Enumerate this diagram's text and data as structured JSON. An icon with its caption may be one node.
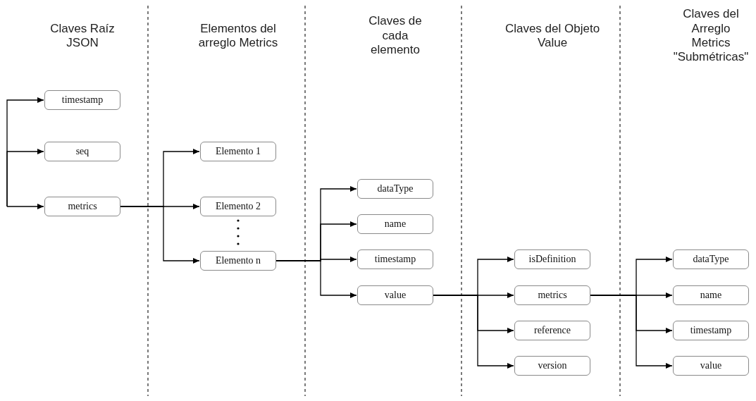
{
  "diagram": {
    "nodes": [
      {
        "text": [
          "timestamp"
        ]
      },
      {
        "text": [
          "seq"
        ]
      },
      {
        "text": [
          "metrics"
        ]
      },
      {
        "text": [
          "Elemento 1"
        ]
      },
      {
        "text": [
          "Elemento 2"
        ]
      },
      {
        "text": [
          "Elemento n"
        ]
      },
      {
        "text": [
          "dataType"
        ]
      },
      {
        "text": [
          "name"
        ]
      },
      {
        "text": [
          "timestamp"
        ]
      },
      {
        "text": [
          "value"
        ]
      },
      {
        "text": [
          "isDefinition"
        ]
      },
      {
        "text": [
          "metrics"
        ]
      },
      {
        "text": [
          "reference"
        ]
      },
      {
        "text": [
          "version"
        ]
      },
      {
        "text": [
          "dataType"
        ]
      },
      {
        "text": [
          "name"
        ]
      },
      {
        "text": [
          "timestamp"
        ]
      },
      {
        "text": [
          "value"
        ]
      }
    ],
    "edges": [
      {
        "from": null,
        "to": 0,
        "arrow": "to"
      },
      {
        "from": null,
        "to": 1,
        "arrow": "to"
      },
      {
        "from": null,
        "to": 2,
        "arrow": "to"
      },
      {
        "from": 2,
        "to": 3,
        "arrow": "to"
      },
      {
        "from": 2,
        "to": 4,
        "arrow": "to"
      },
      {
        "from": 2,
        "to": 5,
        "arrow": "to"
      },
      {
        "from": 5,
        "to": 6,
        "arrow": "to"
      },
      {
        "from": 5,
        "to": 7,
        "arrow": "to"
      },
      {
        "from": 5,
        "to": 8,
        "arrow": "to"
      },
      {
        "from": 5,
        "to": 9,
        "arrow": "to"
      },
      {
        "from": 9,
        "to": 10,
        "arrow": "to"
      },
      {
        "from": 9,
        "to": 11,
        "arrow": "to"
      },
      {
        "from": 9,
        "to": 12,
        "arrow": "to"
      },
      {
        "from": 9,
        "to": 13,
        "arrow": "to"
      },
      {
        "from": 11,
        "to": 14,
        "arrow": "to"
      },
      {
        "from": 11,
        "to": 15,
        "arrow": "to"
      },
      {
        "from": 11,
        "to": 16,
        "arrow": "to"
      },
      {
        "from": 11,
        "to": 17,
        "arrow": "to"
      }
    ],
    "labels": [
      "Claves Raíz JSON",
      "Elementos del arreglo Metrics",
      "Claves de cada elemento",
      "Claves del Objeto Value",
      "Claves del Arreglo Metrics \"Submétricas\""
    ]
  }
}
